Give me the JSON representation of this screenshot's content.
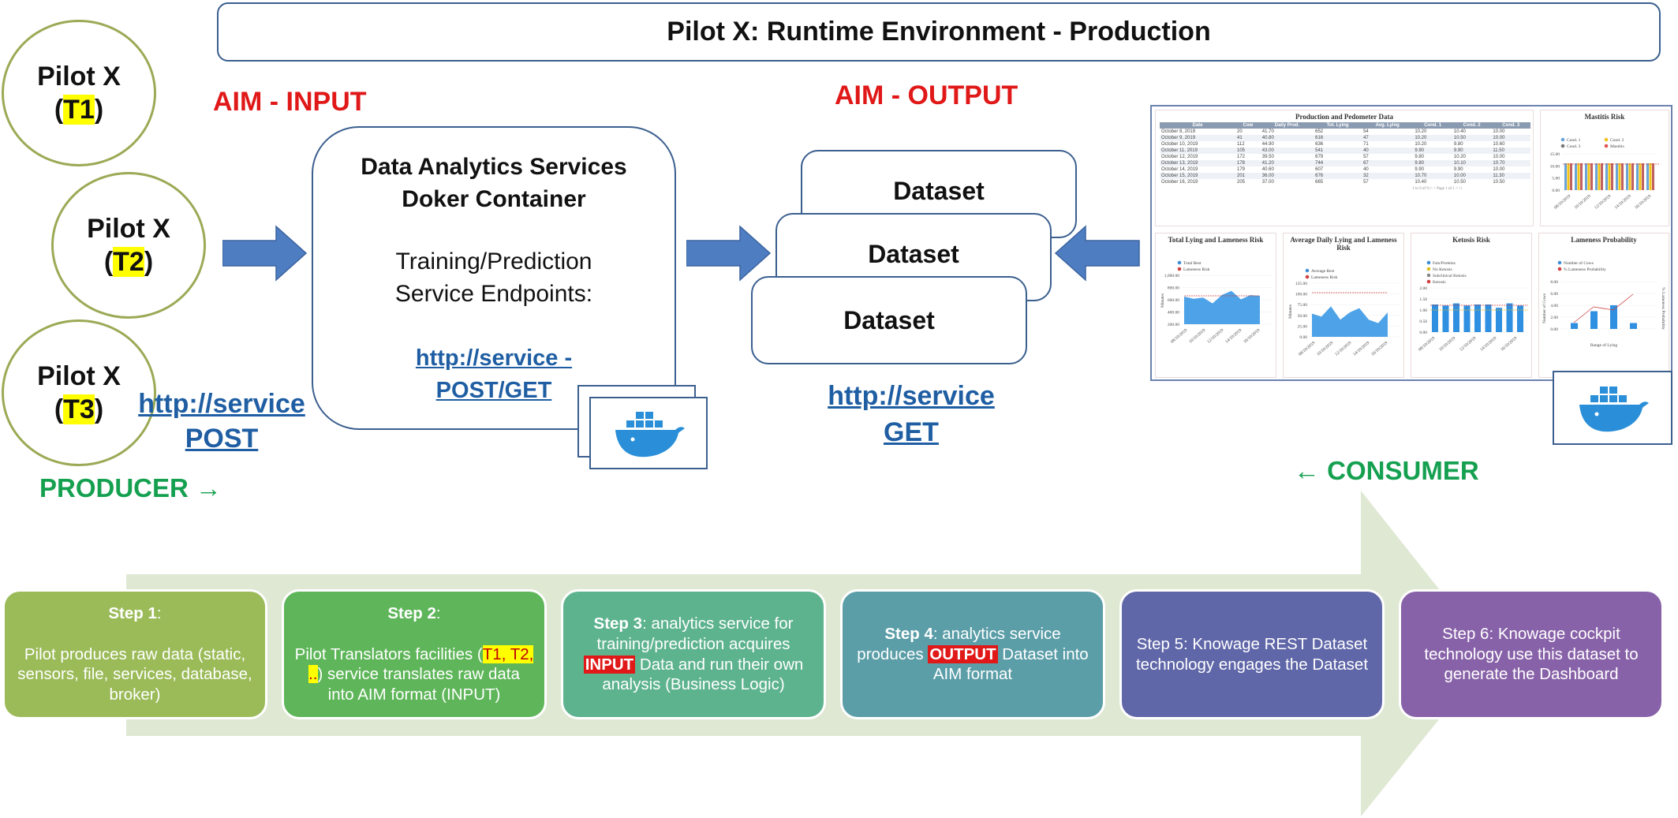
{
  "title": "Pilot X: Runtime Environment - Production",
  "pilots": [
    {
      "name": "Pilot X",
      "tag": "T1"
    },
    {
      "name": "Pilot X",
      "tag": "T2"
    },
    {
      "name": "Pilot X",
      "tag": "T3"
    }
  ],
  "aim_input": "AIM - INPUT",
  "aim_output": "AIM - OUTPUT",
  "producer": "PRODUCER →",
  "consumer": "← CONSUMER",
  "post_link": {
    "line1": "http://service",
    "line2": "POST"
  },
  "service": {
    "title1": "Data Analytics Services",
    "title2": "Doker Container",
    "desc1": "Training/Prediction",
    "desc2": "Service Endpoints:",
    "link1": "http://service -",
    "link2": "POST/GET"
  },
  "datasets": [
    "Dataset",
    "Dataset",
    "Dataset"
  ],
  "get_link": {
    "line1": "http://service",
    "line2": "GET"
  },
  "dashboard": {
    "table_title": "Production and Pedometer Data",
    "table_headers": [
      "Date",
      "Cow",
      "Daily Prod.",
      "Tot. Lying",
      "Avg. Lying",
      "Cond. 1",
      "Cond. 2",
      "Cond. 3"
    ],
    "table_rows": [
      [
        "October 8, 2019",
        "20",
        "41.70",
        "652",
        "54",
        "10.20",
        "10.40",
        "10.00"
      ],
      [
        "October 9, 2019",
        "41",
        "40.80",
        "616",
        "47",
        "10.20",
        "10.50",
        "10.00"
      ],
      [
        "October 10, 2019",
        "112",
        "44.90",
        "636",
        "71",
        "10.20",
        "9.80",
        "10.60"
      ],
      [
        "October 11, 2019",
        "105",
        "43.00",
        "541",
        "40",
        "9.90",
        "9.90",
        "11.50"
      ],
      [
        "October 12, 2019",
        "172",
        "39.50",
        "679",
        "57",
        "9.80",
        "10.20",
        "10.00"
      ],
      [
        "October 13, 2019",
        "178",
        "41.20",
        "744",
        "67",
        "9.80",
        "10.10",
        "10.70"
      ],
      [
        "October 14, 2019",
        "179",
        "40.60",
        "607",
        "40",
        "9.90",
        "9.90",
        "10.00"
      ],
      [
        "October 15, 2019",
        "201",
        "36.00",
        "676",
        "32",
        "10.70",
        "10.00",
        "11.30"
      ],
      [
        "October 16, 2019",
        "205",
        "37.00",
        "665",
        "57",
        "10.40",
        "10.50",
        "10.50"
      ]
    ],
    "pager": "1 to 9 of 9     |<  <  Page 1 of 1  >  >|",
    "panels": [
      {
        "title": "Mastitis Risk",
        "legend": [
          "Cond. 1",
          "Cond. 2",
          "Cond. 3",
          "Mastitis"
        ],
        "yticks": [
          "15.00",
          "10.00",
          "5.00",
          "0.00"
        ]
      },
      {
        "title": "Total Lying and Lameness Risk",
        "legend": [
          "Total Rest",
          "Lameness Risk"
        ],
        "yticks": [
          "1,000.00",
          "800.00",
          "600.00",
          "400.00",
          "200.00"
        ],
        "ylabel": "Minutes"
      },
      {
        "title": "Average Daily Lying and Lameness Risk",
        "legend": [
          "Average Rest",
          "Lameness Risk"
        ],
        "yticks": [
          "125.00",
          "100.00",
          "75.00",
          "50.00",
          "25.00",
          "0.00"
        ],
        "ylabel": "Minutes"
      },
      {
        "title": "Ketosis Risk",
        "legend": [
          "Fats/Proteins",
          "No Ketosis",
          "Subclinical Ketosis",
          "Ketosis"
        ],
        "yticks": [
          "2.00",
          "1.50",
          "1.00",
          "0.50",
          "0.00"
        ]
      },
      {
        "title": "Lameness Probability",
        "legend": [
          "Number of Cows",
          "% Lameness Probability"
        ],
        "yticks": [
          "8.00",
          "6.00",
          "4.00",
          "2.00",
          "0.00"
        ],
        "ylabel": "Number of Cows",
        "y2label": "% Lameness Probability",
        "xlabel": "Range of Lying"
      }
    ],
    "dates": [
      "08/10/2019",
      "10/10/2019",
      "12/10/2019",
      "14/10/2019",
      "16/10/2019"
    ]
  },
  "steps": [
    {
      "head": "Step 1",
      "after": ":",
      "body": "Pilot produces raw data (static, sensors, file, services, database, broker)",
      "color": "#9bbb59"
    },
    {
      "head": "Step 2",
      "after": ":",
      "pre": "Pilot Translators facilities (",
      "hl": "T1, T2, ..",
      "post": ") service translates raw data into AIM format (INPUT)",
      "color": "#5fb65a"
    },
    {
      "head": "Step 3",
      "pre": ": analytics service for training/prediction acquires ",
      "hl": "INPUT",
      "post": " Data and run their own analysis (Business Logic)",
      "color": "#5eb38f"
    },
    {
      "head": "Step 4",
      "pre": ": analytics service produces ",
      "hl": "OUTPUT",
      "post": " Dataset into AIM format",
      "color": "#5b9ea8"
    },
    {
      "body": "Step 5: Knowage REST Dataset technology engages the Dataset",
      "color": "#6067a8"
    },
    {
      "body": "Step 6: Knowage cockpit technology use this dataset to generate the Dashboard",
      "color": "#8862a8"
    }
  ],
  "colors": {
    "arrow": "#4f7dc1",
    "title_border": "#3b5f8f",
    "red": "#e01818",
    "green": "#15a050",
    "link": "#1f5ea3",
    "bg_arrow": "#dfe8d3"
  }
}
